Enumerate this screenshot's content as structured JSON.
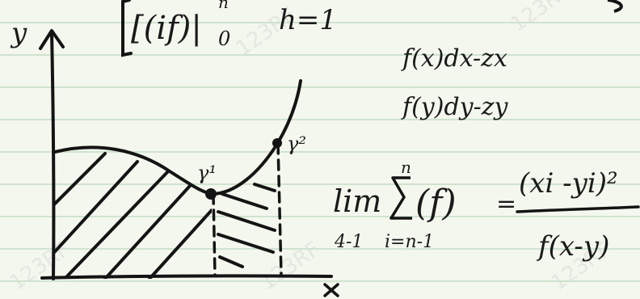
{
  "notebook": {
    "paper_color": "#f4f7ee",
    "rule_color": "#cfe3cf",
    "ink_color": "#141414"
  },
  "top_formula": {
    "bracket_expr": "[(if)|",
    "upper_limit": "n",
    "lower_limit": "0",
    "n_value": "h=1"
  },
  "graph": {
    "y_axis_label": "y",
    "x_axis_label": "x",
    "point_labels": [
      "γ¹",
      "γ²"
    ]
  },
  "formulas": {
    "line1": "f(x)dx-zx",
    "line2": "f(y)dy-zy"
  },
  "limit_formula": {
    "lim": "lim",
    "lim_sub": "4-1",
    "sigma_upper": "n",
    "sigma_lower": "i=n-1",
    "summand": "(f)",
    "equals": "=",
    "numerator": "(xi -yi)²",
    "denominator": "f(x-y)"
  },
  "watermark": "123RF"
}
